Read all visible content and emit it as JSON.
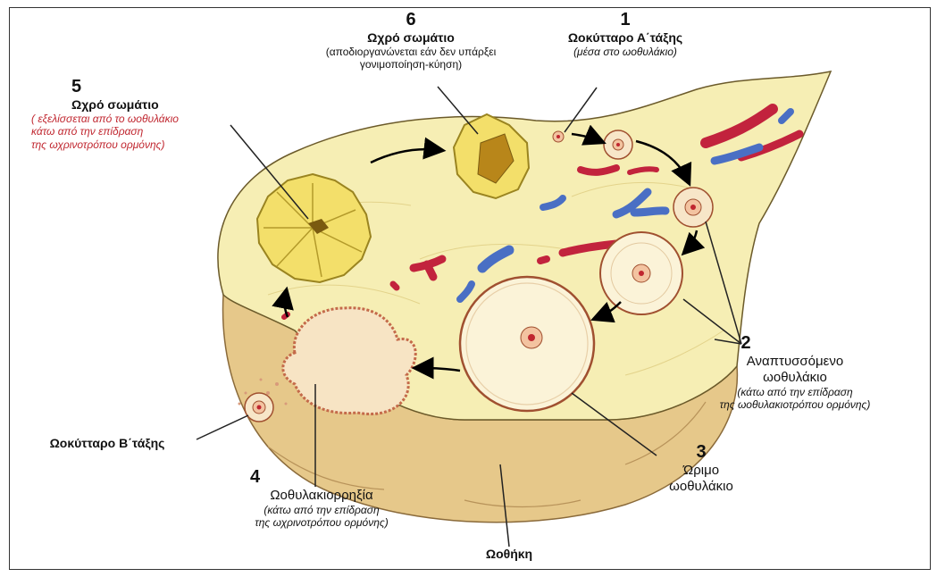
{
  "stages": {
    "s1": {
      "number": "1",
      "title": "Ωοκύτταρο Α΄τάξης",
      "note": "(μέσα στο ωοθυλάκιο)"
    },
    "s2": {
      "number": "2",
      "title_line1": "Αναπτυσσόμενο",
      "title_line2": "ωοθυλάκιο",
      "note_line1": "(κάτω από την επίδραση",
      "note_line2": "της ωοθυλακιοτρόπου ορμόνης)"
    },
    "s3": {
      "number": "3",
      "title_line1": "Ώριμο",
      "title_line2": "ωοθυλάκιο"
    },
    "s4": {
      "number": "4",
      "title": "Ωοθυλακιορρηξία",
      "note_line1": "(κάτω από την επίδραση",
      "note_line2": "της ωχρινοτρόπου ορμόνης)"
    },
    "s5": {
      "number": "5",
      "title": "Ωχρό σωμάτιο",
      "note_line1": "( εξελίσσεται από το ωοθυλάκιο",
      "note_line2": "κάτω από την επίδραση",
      "note_line3": "της ωχρινοτρόπου ορμόνης)"
    },
    "s6": {
      "number": "6",
      "title": "Ωχρό σωμάτιο",
      "note_line1": "(αποδιοργανώνεται εάν δεν υπάρξει",
      "note_line2": "γονιμοποίηση-κύηση)"
    }
  },
  "labels": {
    "secondary_oocyte": "Ωοκύτταρο Β΄τάξης",
    "ovary": "Ωοθήκη"
  },
  "colors": {
    "stroma": "#f6eeb4",
    "capsule": "#e6c88a",
    "corpus_luteum": "#f3df6a",
    "artery": "#c2233d",
    "vein": "#4a6fc4",
    "note_red": "#c0262f"
  }
}
